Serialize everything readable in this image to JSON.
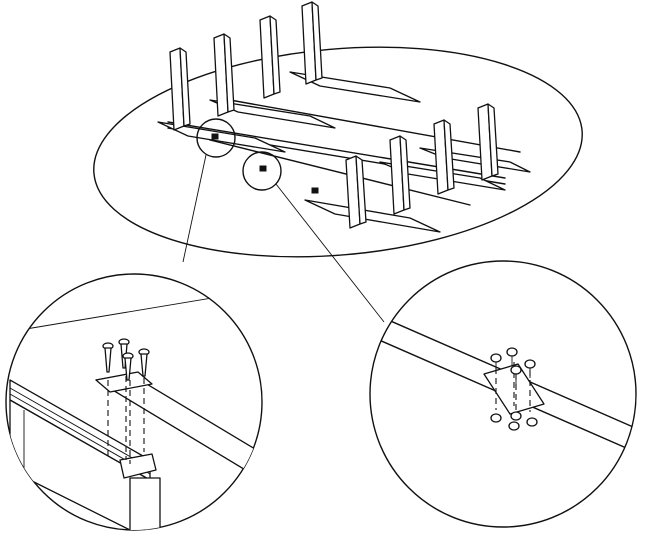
{
  "figure": {
    "kind": "assembly-diagram",
    "subject": "table-frame",
    "colors": {
      "line": "#111111",
      "background": "#ffffff"
    },
    "overview": {
      "upright_legs": 8,
      "detail_callouts": 2
    },
    "detail_left": {
      "component": "beam-end-bracket",
      "screws": 4
    },
    "detail_right": {
      "component": "beam-joint-plate",
      "screws": 4,
      "nuts": 4
    }
  }
}
